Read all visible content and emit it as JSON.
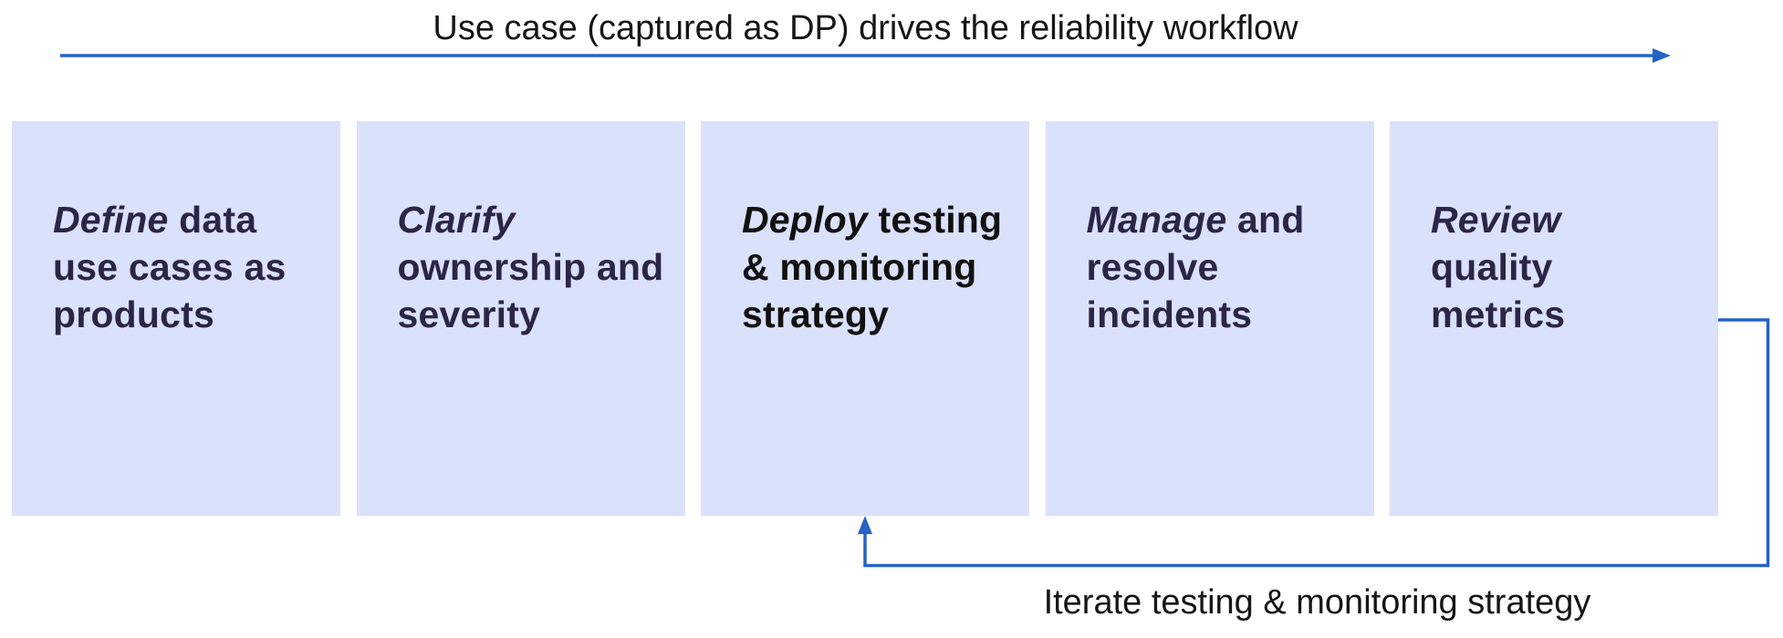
{
  "diagram": {
    "top_flow": {
      "label": "Use case (captured as DP) drives the reliability workflow"
    },
    "cards": [
      {
        "name": "define",
        "lead": "Define",
        "lead_line_rest": " data",
        "extra_lines": [
          "use cases as",
          "products"
        ],
        "emphasized": false
      },
      {
        "name": "clarify",
        "lead": "Clarify",
        "lead_line_rest": "",
        "extra_lines": [
          "ownership and",
          "severity"
        ],
        "emphasized": false
      },
      {
        "name": "deploy",
        "lead": "Deploy",
        "lead_line_rest": " testing",
        "extra_lines": [
          "& monitoring",
          "strategy"
        ],
        "emphasized": true
      },
      {
        "name": "manage",
        "lead": "Manage",
        "lead_line_rest": " and",
        "extra_lines": [
          "resolve",
          "incidents"
        ],
        "emphasized": false
      },
      {
        "name": "review",
        "lead": "Review",
        "lead_line_rest": "",
        "extra_lines": [
          "quality",
          "metrics"
        ],
        "emphasized": false
      }
    ],
    "feedback_loop": {
      "label": "Iterate testing & monitoring strategy"
    },
    "colors": {
      "card_bg": "#dae1fa",
      "card_text": "#2b2547",
      "card_text_emphasized": "#111111",
      "arrow_blue": "#2563c4"
    }
  }
}
